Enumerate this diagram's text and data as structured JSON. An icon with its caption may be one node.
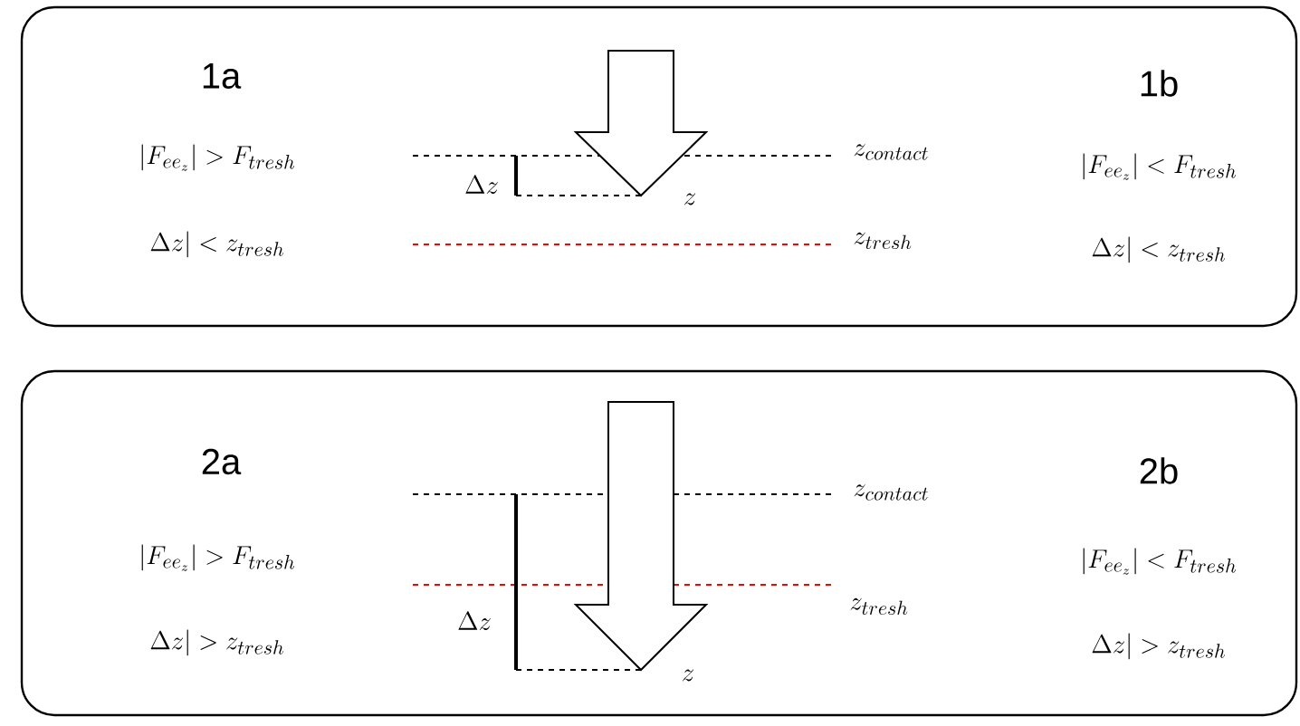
{
  "diagram": {
    "nodes": [
      {
        "text": [],
        "shape": "box"
      },
      {
        "text": [],
        "shape": "box"
      }
    ],
    "labels": [
      "1a",
      "|F_{ee_z}| > F_{tresh}",
      "\\Delta z| < z_{tresh}",
      "\\Delta z",
      "z",
      "z_{contact}",
      "z_{tresh}",
      "1b",
      "|F_{ee_z}| < F_{tresh}",
      "\\Delta z| < z_{tresh}",
      "2a",
      "|F_{ee_z}| > F_{tresh}",
      "\\Delta z| > z_{tresh}",
      "\\Delta z",
      "z",
      "z_{contact}",
      "z_{tresh}",
      "2b",
      "|F_{ee_z}| < F_{tresh}",
      "\\Delta z| > z_{tresh}"
    ]
  }
}
